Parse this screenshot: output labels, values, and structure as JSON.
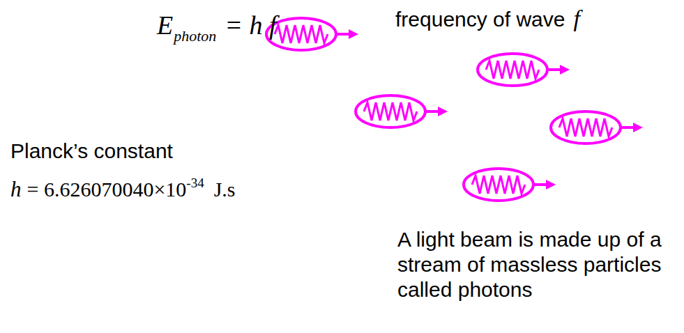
{
  "diagram": {
    "labels": [
      "E",
      "photon",
      "= h f",
      "frequency of wave",
      "f",
      "Planck’s constant",
      "h",
      "= 6.626070040×10",
      "-34",
      "J.s",
      "A light beam is made up of a stream of massless particles called photons"
    ]
  }
}
